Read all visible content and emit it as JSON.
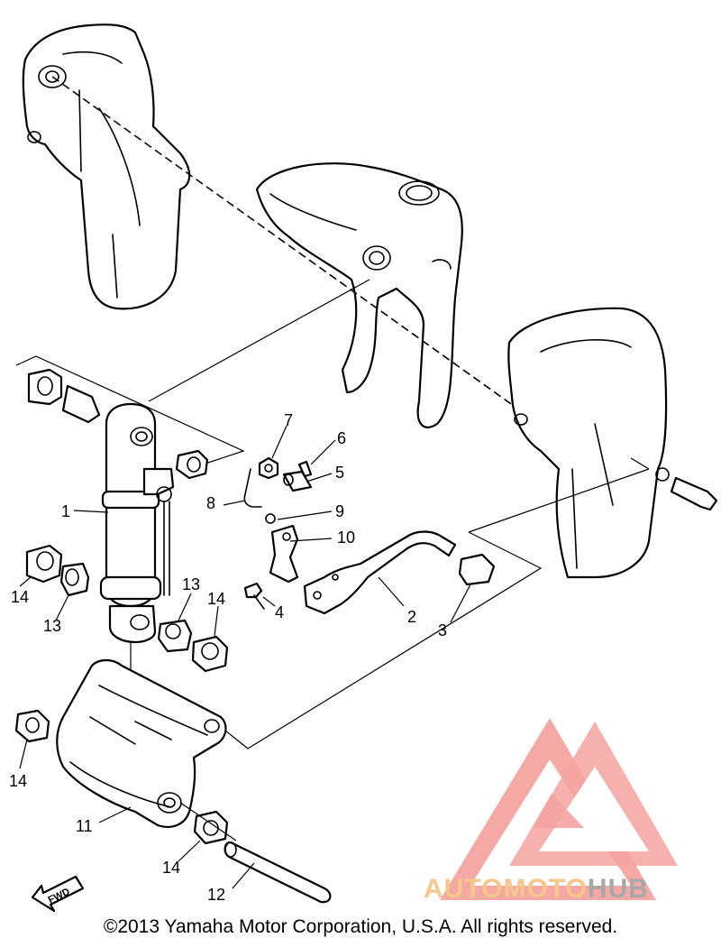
{
  "diagram": {
    "callouts": [
      "1",
      "2",
      "3",
      "4",
      "5",
      "6",
      "7",
      "8",
      "9",
      "10",
      "11",
      "12",
      "13",
      "14"
    ],
    "direction_marker": "FWD",
    "watermark": {
      "text_part1": "AUTOMOTO",
      "text_part2": "HUB",
      "color_triangle": "#f5a3a0",
      "color_part1": "#f6c78a",
      "color_part2": "#a8a8a8"
    },
    "copyright": "©2013 Yamaha Motor Corporation, U.S.A. All rights reserved."
  }
}
